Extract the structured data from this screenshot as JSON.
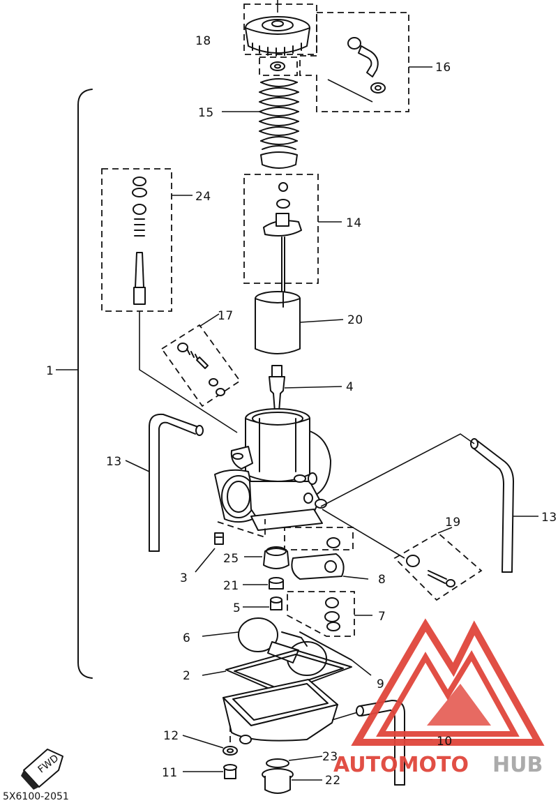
{
  "callouts": {
    "c1": "1",
    "c2": "2",
    "c3": "3",
    "c4": "4",
    "c5": "5",
    "c6": "6",
    "c7": "7",
    "c8": "8",
    "c9": "9",
    "c10": "10",
    "c11": "11",
    "c12": "12",
    "c13a": "13",
    "c13b": "13",
    "c14": "14",
    "c15": "15",
    "c16": "16",
    "c17": "17",
    "c18": "18",
    "c19": "19",
    "c20": "20",
    "c21": "21",
    "c22": "22",
    "c23": "23",
    "c24": "24",
    "c25": "25"
  },
  "drawing_code": "5X6100-2051",
  "fwd_label": "FWD",
  "watermark": {
    "part1": "AUTOMOTO",
    "part2": "HUB",
    "color_red": "#e0463c",
    "color_gray": "#a7a7a7"
  }
}
